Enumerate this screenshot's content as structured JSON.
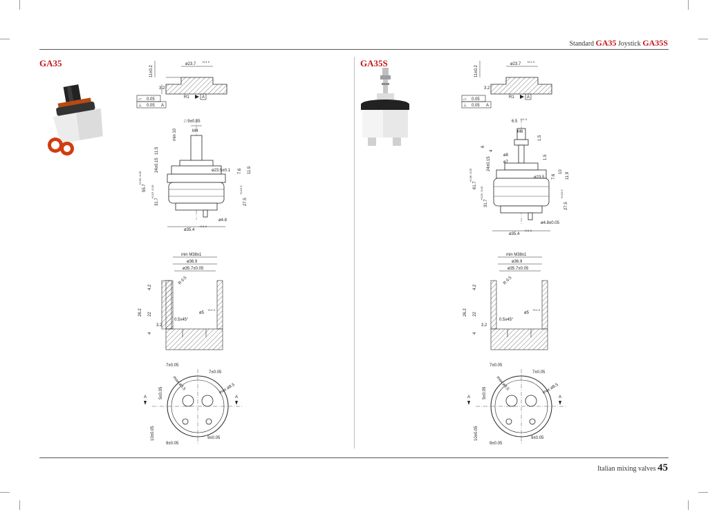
{
  "header": {
    "standard_label": "Standard",
    "standard_model": "GA35",
    "joystick_label": "Joystick",
    "joystick_model": "GA35S"
  },
  "footer": {
    "text": "Italian mixing valves",
    "page_number": "45"
  },
  "colors": {
    "accent": "#c4161c",
    "line": "#222222",
    "hatch": "#555555"
  },
  "left": {
    "title": "GA35",
    "seat": {
      "height": "11±0.2",
      "step": "3.2",
      "dia": "ø23.7",
      "dia_tol": "+0.1 0",
      "r": "R1",
      "ref": "A",
      "flat": "0.05",
      "flat_sym": "▱",
      "perp": "0.05",
      "perp_sym": "⊥",
      "perp_ref": "A"
    },
    "side": {
      "square": "□ 9±0.05",
      "thread": "M4",
      "min10": "min 10",
      "d11_5": "11.5",
      "d24": "24±0.15",
      "d55": "55.7",
      "d55_tol": "+0.50 -0.25",
      "d31": "31.7",
      "d31_tol": "+0.15 -0.10",
      "d23_5": "ø23.5±0.1",
      "d7_6": "7.6",
      "d11_9": "11.9",
      "d27_5": "27.5",
      "d27_tol": "+0.15 0",
      "d4_8": "ø4.8",
      "d35_4": "ø35.4",
      "d35_tol": "+0.1 0"
    },
    "seat_section": {
      "m38": "min M38x1",
      "d36_9": "ø36.9",
      "d35_7": "ø35.7±0.05",
      "r05": "R 0.5",
      "h4_2": "4.2",
      "h26_2": "26.2",
      "h22": "22",
      "h3_2": "3.2",
      "h4": "4",
      "chamfer": "0.5x45°",
      "d5": "ø5",
      "d5_tol": "+0.1 0"
    },
    "top": {
      "p7a": "7±0.05",
      "p7b": "7±0.05",
      "max_a": "max ø8.5",
      "max_b": "max ø8.5",
      "p5": "5±0.05",
      "p10": "10±0.05",
      "p9a": "9±0.05",
      "p9b": "9±0.05",
      "secA": "A",
      "secB": "A"
    }
  },
  "right": {
    "title": "GA35S",
    "seat": {
      "height": "11±0.2",
      "step": "3.2",
      "dia": "ø23.7",
      "dia_tol": "+0.1 0",
      "r": "R1",
      "ref": "A",
      "flat": "0.05",
      "flat_sym": "▱",
      "perp": "0.05",
      "perp_sym": "⊥",
      "perp_ref": "A"
    },
    "side": {
      "d6_5": "6.5",
      "d6_5_tol": "-0.1 0",
      "thread": "M6",
      "d6": "6",
      "d4": "4",
      "d1_5a": "1.5",
      "d1_5b": "1.5",
      "d8": "ø8",
      "d7": "ø7",
      "d24": "24±0.15",
      "d61": "61.7",
      "d61_tol": "+0.30 -0.25",
      "d31": "31.7",
      "d31_tol": "+0.15 -0.10",
      "d23_5": "ø23.5",
      "d10": "10",
      "d7_6": "7.6",
      "d11_9": "11.9",
      "d27_5": "27.5",
      "d27_tol": "+0.15 0",
      "d4_8": "ø4.8±0.05",
      "d35_4": "ø35.4",
      "d35_tol": "+0.1 0"
    },
    "seat_section": {
      "m38": "min M38x1",
      "d36_9": "ø36.9",
      "d35_7": "ø35.7±0.05",
      "r05": "R 0.5",
      "h4_2": "4.2",
      "h26_2": "26.2",
      "h22": "22",
      "h3_2": "3.2",
      "h4": "4",
      "chamfer": "0.5x45°",
      "d5": "ø5",
      "d5_tol": "+0.1 0"
    },
    "top": {
      "p7a": "7±0.05",
      "p7b": "7±0.05",
      "max_a": "max ø8.5",
      "max_b": "max ø8.5",
      "p5": "5±0.05",
      "p10": "10±0.05",
      "p9a": "9±0.05",
      "p9b": "9±0.05",
      "secA": "A",
      "secB": "A"
    }
  }
}
